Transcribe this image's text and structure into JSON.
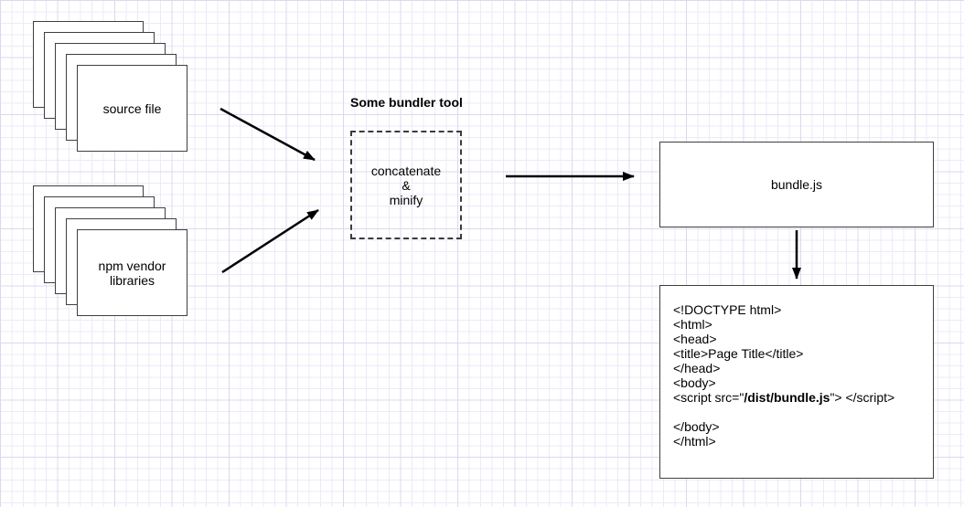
{
  "diagram": {
    "source_stack": {
      "label": "source file"
    },
    "vendor_stack": {
      "label": "npm vendor libraries"
    },
    "bundler": {
      "title": "Some bundler tool",
      "box_text": "concatenate\n&\nminify"
    },
    "bundle_box": {
      "label": "bundle.js"
    },
    "code_box": {
      "lines": [
        "<!DOCTYPE html>",
        "<html>",
        "<head>",
        "<title>Page Title</title>",
        "</head>",
        "<body>"
      ],
      "script_line": {
        "prefix": "<script src=\"",
        "bold": "/dist/bundle.js",
        "suffix": "\"> </script>"
      },
      "trailing_lines": [
        "",
        "</body>",
        "</html>"
      ]
    },
    "colors": {
      "shape_border": "#3f3f3f",
      "shape_fill": "#ffffff",
      "text": "#000000",
      "arrow": "#000000",
      "grid_minor": "#eceaf8",
      "grid_major": "#dcd8f0",
      "background": "#ffffff"
    }
  }
}
